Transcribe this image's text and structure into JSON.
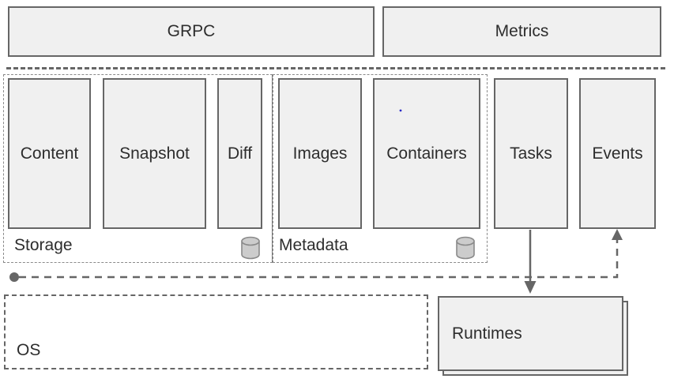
{
  "diagram": {
    "type": "architecture-diagram",
    "api_layer": {
      "grpc_label": "GRPC",
      "metrics_label": "Metrics"
    },
    "services": {
      "content": "Content",
      "snapshot": "Snapshot",
      "diff": "Diff",
      "images": "Images",
      "containers": "Containers",
      "tasks": "Tasks",
      "events": "Events"
    },
    "groups": {
      "storage_label": "Storage",
      "metadata_label": "Metadata",
      "storage_icon": "database-icon",
      "metadata_icon": "database-icon"
    },
    "platform_layer": {
      "os_label": "OS",
      "runtimes_label": "Runtimes"
    },
    "connectors": [
      {
        "name": "daemon-boundary-line",
        "style": "dashed"
      },
      {
        "name": "event-bus-line",
        "style": "dashed",
        "start": "dot-terminal",
        "end": "arrow-into-events"
      },
      {
        "name": "tasks-to-runtimes-arrow",
        "style": "solid"
      }
    ],
    "colors": {
      "box_fill": "#f0f0f0",
      "box_border": "#666666",
      "group_border": "#8a8a8a",
      "connector": "#666666",
      "cylinder_fill": "#cccccc",
      "cylinder_stroke": "#8a8a8a",
      "text": "#2d2d2d",
      "stray_dot": "#2929c8"
    }
  }
}
